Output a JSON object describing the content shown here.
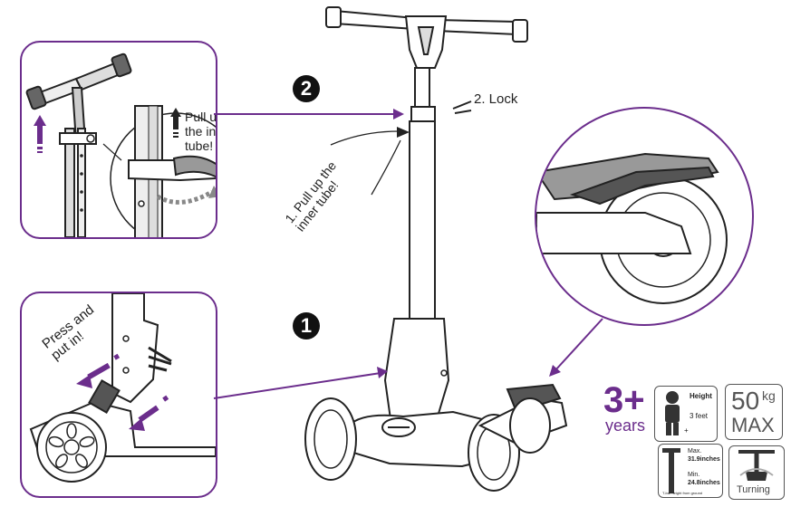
{
  "step1": {
    "number": "1",
    "panel_text": "Press and put in!"
  },
  "step2": {
    "number": "2",
    "lock_text": "2. Lock",
    "pull_text": "1. Pull up the inner tube!",
    "panel_text_line1": "Pull up",
    "panel_text_line2": "the inner",
    "panel_text_line3": "tube!"
  },
  "specs": {
    "age_value": "3+",
    "age_unit": "years",
    "height_label": "Height",
    "height_value": "3 feet",
    "height_plus": "+",
    "weight_value": "50",
    "weight_unit": "kg",
    "weight_max": "MAX",
    "max_label": "Max.",
    "max_value": "31.9inches",
    "min_label": "Min.",
    "min_value": "24.8inches",
    "bar_note": "T-bar height from ground",
    "turning_label": "Turning"
  },
  "colors": {
    "accent": "#6b2d8c",
    "ink": "#222222"
  }
}
